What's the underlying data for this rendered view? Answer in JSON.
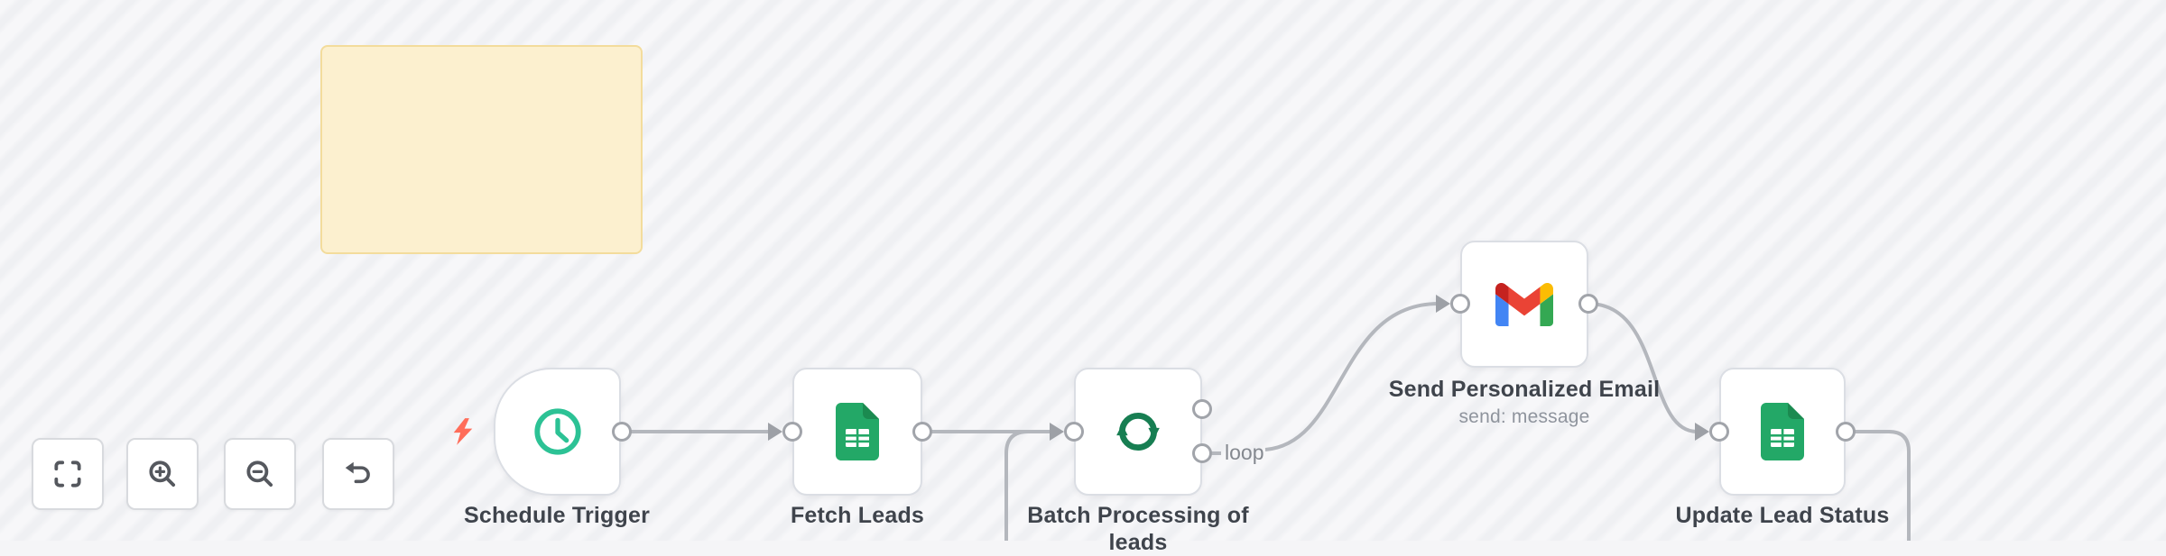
{
  "app": {
    "name": "workflow-editor-canvas"
  },
  "sticky_note": {
    "text": "",
    "fill": "#fcf0cf",
    "border": "#f3dc9c"
  },
  "controls": {
    "items": [
      {
        "name": "zoom-to-fit",
        "icon": "fit-view-icon"
      },
      {
        "name": "zoom-in",
        "icon": "zoom-in-icon"
      },
      {
        "name": "zoom-out",
        "icon": "zoom-out-icon"
      },
      {
        "name": "undo",
        "icon": "undo-icon"
      }
    ]
  },
  "nodes": [
    {
      "name": "Schedule Trigger",
      "type": "schedule-trigger",
      "shape": "trigger",
      "icon": "clock-icon",
      "has_trigger_bolt": true
    },
    {
      "name": "Fetch Leads",
      "type": "google-sheets",
      "icon": "google-sheets-icon"
    },
    {
      "name": "Batch Processing of leads",
      "label_line1": "Batch Processing of",
      "label_line2": "leads",
      "type": "split-in-batches",
      "icon": "loop-icon",
      "outputs": [
        {
          "label": ""
        },
        {
          "label": "loop"
        }
      ]
    },
    {
      "name": "Send Personalized Email",
      "subtitle": "send: message",
      "type": "gmail",
      "icon": "gmail-icon"
    },
    {
      "name": "Update Lead Status",
      "type": "google-sheets",
      "icon": "google-sheets-icon"
    }
  ],
  "connections": [
    {
      "from": "Schedule Trigger",
      "to": "Fetch Leads"
    },
    {
      "from": "Fetch Leads",
      "to": "Batch Processing of leads"
    },
    {
      "from": "Batch Processing of leads",
      "output": "loop",
      "to": "Send Personalized Email"
    },
    {
      "from": "Send Personalized Email",
      "to": "Update Lead Status"
    },
    {
      "from": "Update Lead Status",
      "to": "Batch Processing of leads",
      "route": "descends below visible canvas and returns to batch input"
    }
  ],
  "accent_colors": {
    "node_border": "#dbdee4",
    "connector": "#b4b7bd",
    "arrowhead": "#9da0a6",
    "port_border": "#a1a4aa",
    "label_text": "#3f444c",
    "sub_text": "#8f949d",
    "clock": "#2cc295",
    "loop_icon": "#177e52",
    "bolt": "#ff6d5a",
    "sheets_green": "#23a867",
    "sheets_fold": "#1b8a50",
    "gmail_blue": "#4285f4",
    "gmail_green": "#34a853",
    "gmail_yellow": "#fbbc04",
    "gmail_red": "#ea4335",
    "gmail_dark_red": "#c5221f",
    "sticky_fill": "#fcf0cf",
    "sticky_border": "#f3dc9c",
    "canvas_light": "#f7f7f9",
    "canvas_stripe": "#eff0f3"
  }
}
